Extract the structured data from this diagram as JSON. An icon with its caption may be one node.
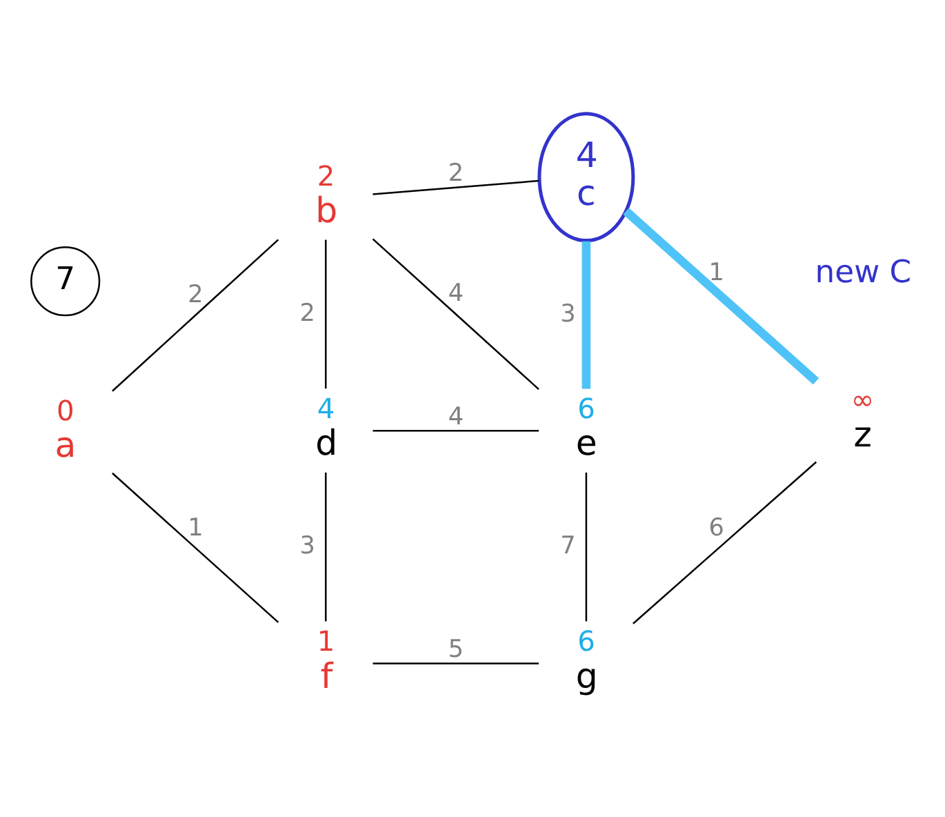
{
  "diagram": {
    "nodes": [
      {
        "text": [
          "a"
        ],
        "beside": [
          "0"
        ]
      },
      {
        "text": [
          "b"
        ],
        "beside": [
          "2"
        ]
      },
      {
        "text": [
          "4",
          "c"
        ]
      },
      {
        "text": [
          "d"
        ],
        "beside": [
          "4"
        ]
      },
      {
        "text": [
          "e"
        ],
        "beside": [
          "6"
        ]
      },
      {
        "text": [
          "z"
        ],
        "beside": [
          "∞"
        ]
      },
      {
        "text": [
          "f"
        ],
        "beside": [
          "1"
        ]
      },
      {
        "text": [
          "g"
        ],
        "beside": [
          "6"
        ]
      }
    ],
    "edges": [
      {
        "from": 0,
        "to": 1,
        "arrow": "none",
        "label": "2"
      },
      {
        "from": 1,
        "to": 2,
        "arrow": "none",
        "label": "2"
      },
      {
        "from": 1,
        "to": 3,
        "arrow": "none",
        "label": "2"
      },
      {
        "from": 1,
        "to": 4,
        "arrow": "none",
        "label": "4"
      },
      {
        "from": 2,
        "to": 4,
        "arrow": "none",
        "label": "3",
        "style": "thick",
        "color": "#4fc3f7"
      },
      {
        "from": 2,
        "to": 5,
        "arrow": "none",
        "label": "1",
        "style": "thick",
        "color": "#4fc3f7"
      },
      {
        "from": 0,
        "to": 6,
        "arrow": "none",
        "label": "1"
      },
      {
        "from": 3,
        "to": 4,
        "arrow": "none",
        "label": "4"
      },
      {
        "from": 3,
        "to": 6,
        "arrow": "none",
        "label": "3"
      },
      {
        "from": 4,
        "to": 7,
        "arrow": "none",
        "label": "7"
      },
      {
        "from": 5,
        "to": 7,
        "arrow": "none",
        "label": "6"
      },
      {
        "from": 6,
        "to": 7,
        "arrow": "none",
        "label": "5"
      }
    ],
    "labels": [
      "7",
      "new C"
    ]
  }
}
